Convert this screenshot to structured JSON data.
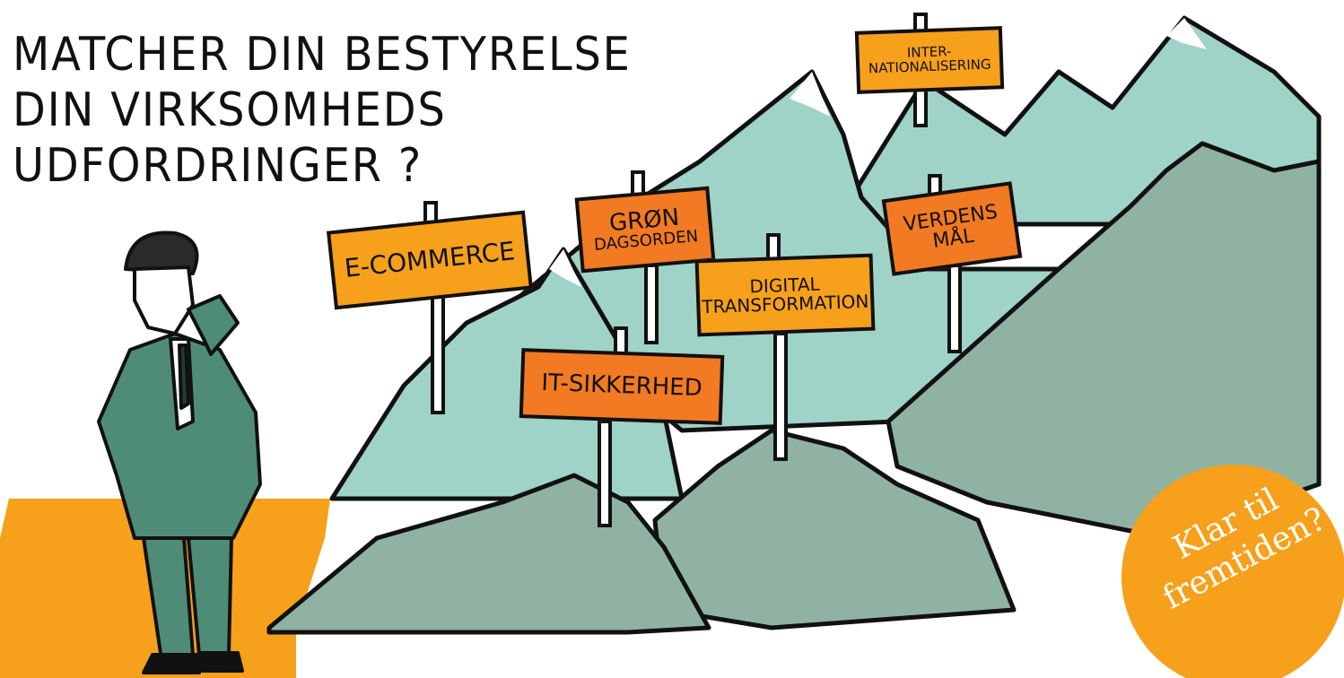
{
  "headline": {
    "line1": "MATCHER DIN BESTYRELSE",
    "line2": "DIN VIRKSOMHEDS",
    "line3": "UDFORDRINGER ?"
  },
  "signs": {
    "ecommerce": "E-COMMERCE",
    "gron_line1": "GRØN",
    "gron_line2": "DAGSORDEN",
    "digital_line1": "DIGITAL",
    "digital_line2": "TRANSFORMATION",
    "inter_line1": "INTER-",
    "inter_line2": "NATIONALISERING",
    "verdens_line1": "VERDENS",
    "verdens_line2": "MÅL",
    "it": "IT-SIKKERHED"
  },
  "badge": {
    "line1": "Klar til",
    "line2": "fremtiden?"
  },
  "colors": {
    "orange_light": "#f7a01b",
    "orange_dark": "#f27a22",
    "mint": "#9fd3c7",
    "sage": "#8fb2a3",
    "suit": "#4f8c77",
    "ink": "#111111"
  }
}
